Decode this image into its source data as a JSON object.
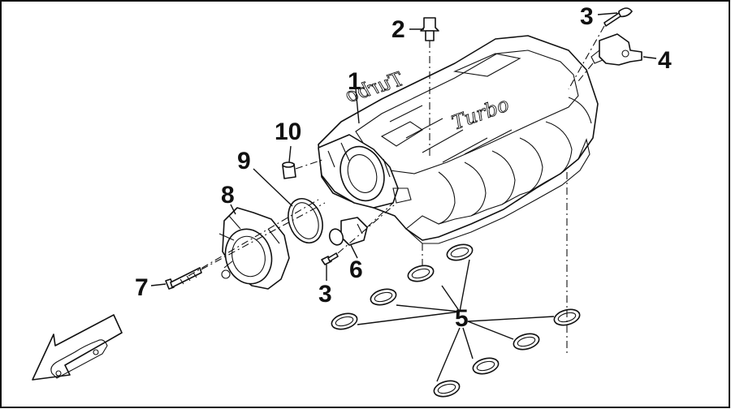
{
  "diagram": {
    "callouts": [
      {
        "id": "1",
        "label": "1"
      },
      {
        "id": "2",
        "label": "2"
      },
      {
        "id": "3a",
        "label": "3"
      },
      {
        "id": "4",
        "label": "4"
      },
      {
        "id": "10",
        "label": "10"
      },
      {
        "id": "9",
        "label": "9"
      },
      {
        "id": "8",
        "label": "8"
      },
      {
        "id": "7",
        "label": "7"
      },
      {
        "id": "3b",
        "label": "3"
      },
      {
        "id": "6",
        "label": "6"
      },
      {
        "id": "5",
        "label": "5"
      }
    ],
    "embossed_text": [
      "Turbo",
      "Turbo"
    ]
  }
}
